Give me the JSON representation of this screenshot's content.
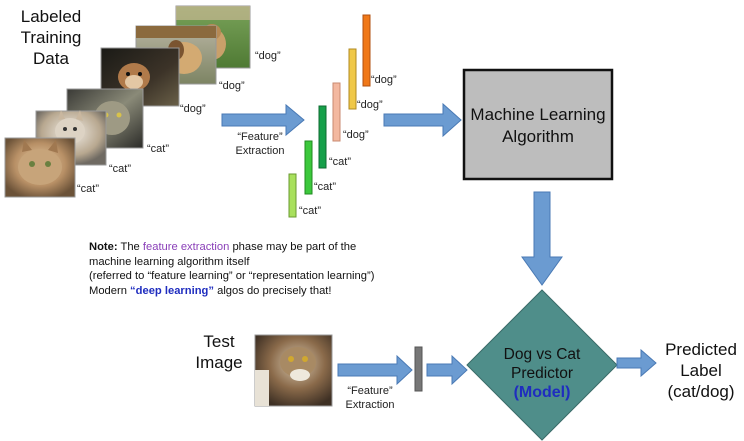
{
  "training": {
    "title_lines": [
      "Labeled",
      "Training",
      "Data"
    ],
    "images": [
      {
        "label": "“dog”",
        "kind": "dog"
      },
      {
        "label": "“dog”",
        "kind": "dog"
      },
      {
        "label": "“dog”",
        "kind": "dog"
      },
      {
        "label": "“cat”",
        "kind": "cat"
      },
      {
        "label": "“cat”",
        "kind": "cat"
      },
      {
        "label": "“cat”",
        "kind": "cat"
      }
    ]
  },
  "feature_extraction_1": {
    "line1": "“Feature”",
    "line2": "Extraction"
  },
  "feature_bars": [
    {
      "label": "“cat”",
      "color": "#a8e05c"
    },
    {
      "label": "“cat”",
      "color": "#3cc83c"
    },
    {
      "label": "“cat”",
      "color": "#16a04a"
    },
    {
      "label": "“dog”",
      "color": "#f3b8a0"
    },
    {
      "label": "“dog”",
      "color": "#f0c848"
    },
    {
      "label": "“dog”",
      "color": "#f07818"
    }
  ],
  "ml_box": {
    "line1": "Machine Learning",
    "line2": "Algorithm",
    "fill": "#bdbdbd"
  },
  "note": {
    "prefix": "Note:",
    "text1": " The ",
    "highlight": "feature extraction",
    "text2": " phase may be part of the",
    "line2": "machine learning algorithm itself",
    "line3": "(referred to “feature learning” or “representation learning”)",
    "line4_pre": "Modern ",
    "line4_bold": "“deep learning”",
    "line4_post": " algos do precisely that!"
  },
  "test": {
    "line1": "Test",
    "line2": "Image"
  },
  "feature_extraction_2": {
    "line1": "“Feature”",
    "line2": "Extraction"
  },
  "predictor": {
    "line1": "Dog vs Cat",
    "line2": "Predictor",
    "line3": "(Model)",
    "fill": "#4f8e8a"
  },
  "output": {
    "line1": "Predicted",
    "line2": "Label",
    "line3": "(cat/dog)"
  },
  "colors": {
    "arrow": "#6b9bd1",
    "arrow_stroke": "#4a7ab5",
    "small_bar": "#777777"
  }
}
